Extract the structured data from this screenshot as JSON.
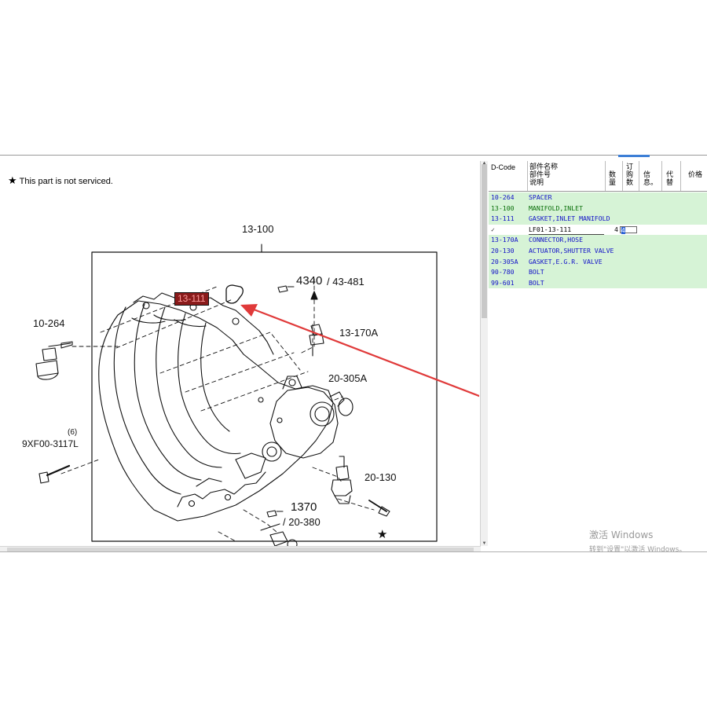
{
  "diagram": {
    "note": "This part is not serviced.",
    "star_icon": "star-icon",
    "labels": {
      "main": "13-100",
      "highlight": "13-111",
      "spacer": "10-264",
      "bolt_qty": "(6)",
      "bolt": "9XF00-3117L",
      "ref1": "4340",
      "ref1_sub": "/ 43-481",
      "connector": "13-170A",
      "gasket_egr": "20-305A",
      "actuator": "20-130",
      "ref2": "1370",
      "ref2_sub": "/ 20-380"
    }
  },
  "parts_list": {
    "headers": {
      "dcode": "D-Code",
      "name": [
        "部件名称",
        "部件号",
        "说明"
      ],
      "qty": [
        "数",
        "量"
      ],
      "order_qty": [
        "订",
        "购",
        "数"
      ],
      "info": [
        "信",
        "息。"
      ],
      "substitute": [
        "代",
        "替"
      ],
      "price": "价格"
    },
    "rows": [
      {
        "code": "10-264",
        "name": "SPACER"
      },
      {
        "code": "13-100",
        "name": "MANIFOLD,INLET"
      },
      {
        "code": "13-111",
        "name": "GASKET,INLET MANIFOLD"
      },
      {
        "code": "13-170A",
        "name": "CONNECTOR,HOSE"
      },
      {
        "code": "20-130",
        "name": "ACTUATOR,SHUTTER VALVE"
      },
      {
        "code": "20-305A",
        "name": "GASKET,E.G.R. VALVE"
      },
      {
        "code": "90-780",
        "name": "BOLT"
      },
      {
        "code": "99-601",
        "name": "BOLT"
      }
    ],
    "sub_row": {
      "check": "✓",
      "part_number": "LF01-13-111",
      "qty": "4",
      "order_qty": "4"
    }
  },
  "watermark": {
    "line1": "激活 Windows",
    "line2": "转到\"设置\"以激活 Windows。"
  },
  "colors": {
    "row_bg": "#d6f3d6",
    "code_blue": "#1010c8",
    "selected_green": "#0a6f0a",
    "arrow_red": "#e03a3a",
    "highlight_bg": "#8a1b1b"
  }
}
